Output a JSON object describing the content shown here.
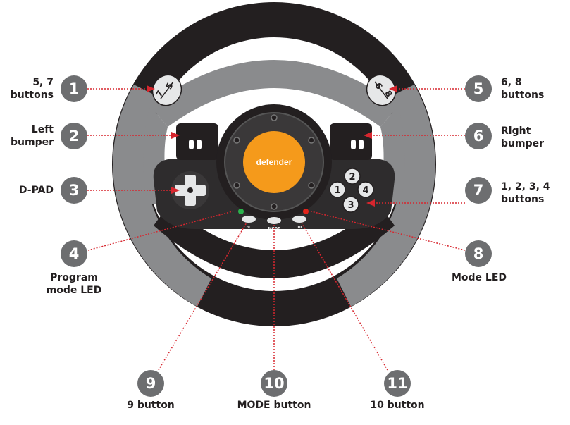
{
  "brand": {
    "logo_text": "defender",
    "logo_bg": "#f59a1b"
  },
  "colors": {
    "rim_dark": "#231f20",
    "rim_grey": "#8a8b8d",
    "hub_dark": "#2e2c2d",
    "callout_red": "#d7262e",
    "badge_grey": "#6d6e70",
    "led_green": "#2bb24c",
    "led_red": "#e2231a"
  },
  "wheel_buttons": {
    "left_paddle": [
      "7",
      "5"
    ],
    "right_paddle": [
      "6",
      "8"
    ],
    "face": [
      "2",
      "1",
      "4",
      "3"
    ],
    "small_left": "9",
    "small_mode": "MODE",
    "small_right": "10"
  },
  "callouts": [
    {
      "num": "1",
      "label": "5, 7\nbuttons"
    },
    {
      "num": "2",
      "label": "Left\nbumper"
    },
    {
      "num": "3",
      "label": "D-PAD"
    },
    {
      "num": "4",
      "label": "Program\nmode LED"
    },
    {
      "num": "5",
      "label": "6, 8\nbuttons"
    },
    {
      "num": "6",
      "label": "Right\nbumper"
    },
    {
      "num": "7",
      "label": "1, 2, 3, 4\nbuttons"
    },
    {
      "num": "8",
      "label": "Mode LED"
    },
    {
      "num": "9",
      "label": "9 button"
    },
    {
      "num": "10",
      "label": "MODE button"
    },
    {
      "num": "11",
      "label": "10 button"
    }
  ]
}
